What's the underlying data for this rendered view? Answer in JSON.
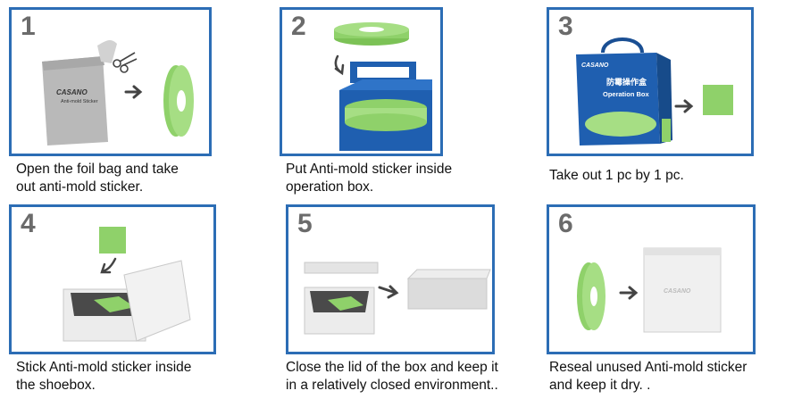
{
  "steps": [
    {
      "number": "1",
      "caption": [
        "Open the foil bag and take",
        "out anti-mold sticker."
      ],
      "bag_brand": "CASANO",
      "bag_label": "Anti-mold Sticker"
    },
    {
      "number": "2",
      "caption": [
        "Put Anti-mold sticker inside",
        "operation box."
      ]
    },
    {
      "number": "3",
      "caption": [
        "Take out 1 pc by 1 pc."
      ],
      "box_brand": "CASANO",
      "box_title_cn": "防霉操作盒",
      "box_title_en": "Operation Box"
    },
    {
      "number": "4",
      "caption": [
        "Stick Anti-mold sticker inside",
        "the shoebox."
      ]
    },
    {
      "number": "5",
      "caption": [
        "Close the lid of the box and keep it",
        "in a relatively closed environment.."
      ]
    },
    {
      "number": "6",
      "caption": [
        "Reseal unused Anti-mold sticker",
        "and keep it dry. ."
      ]
    }
  ],
  "colors": {
    "frame": "#2c6db5",
    "sticker": "#8fd16a",
    "box_blue": "#1f5fb0",
    "bag_gray": "#b8b8b8"
  }
}
